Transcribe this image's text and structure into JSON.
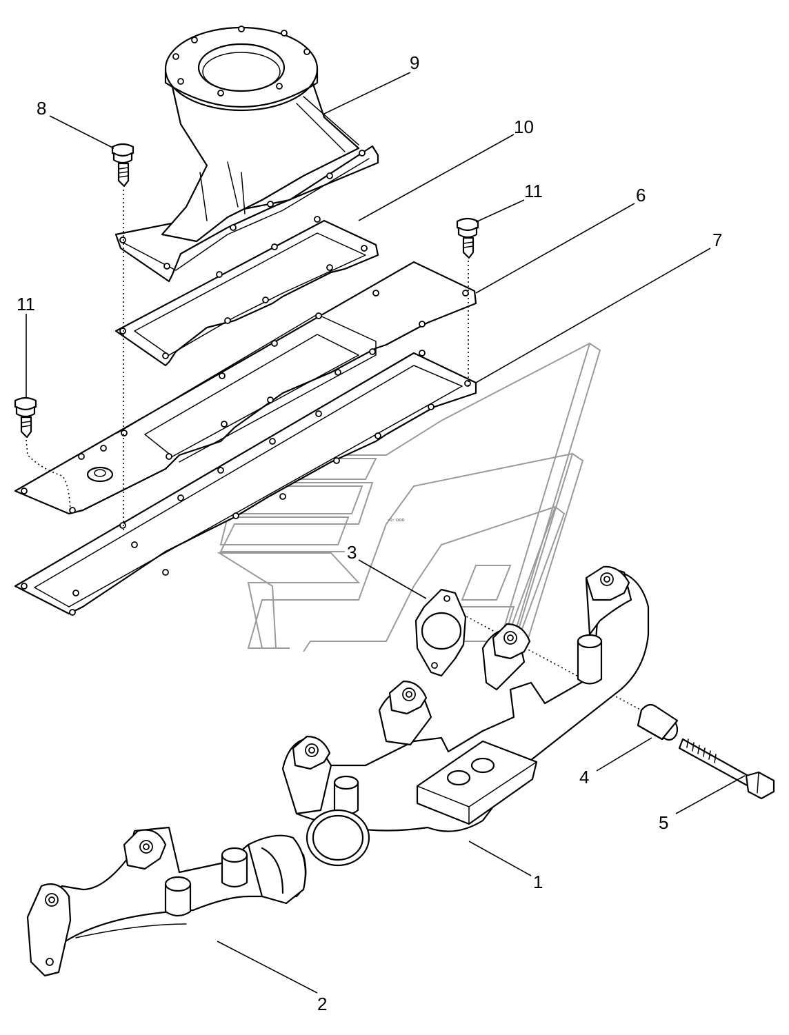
{
  "diagram": {
    "callouts": {
      "c1": "1",
      "c2": "2",
      "c3": "3",
      "c4": "4",
      "c5": "5",
      "c6": "6",
      "c7": "7",
      "c8": "8",
      "c9": "9",
      "c10": "10",
      "c11a": "11",
      "c11b": "11"
    },
    "stray_text": "-o- ooo"
  }
}
